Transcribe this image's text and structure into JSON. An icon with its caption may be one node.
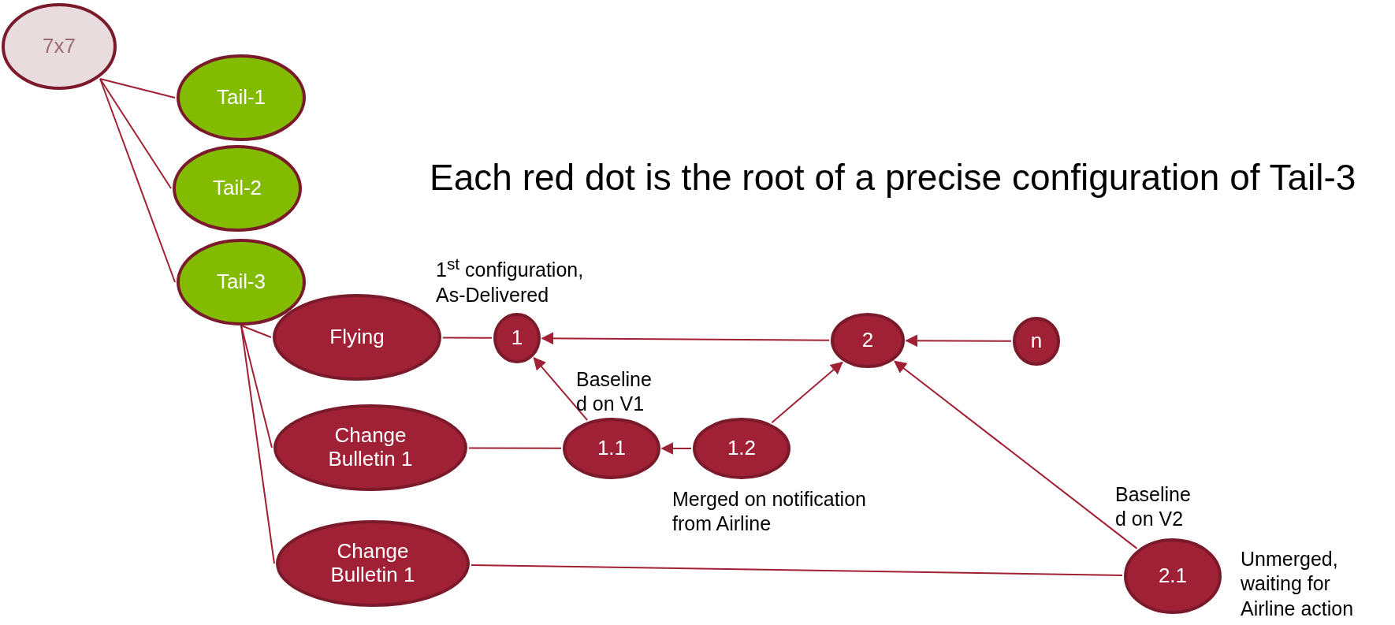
{
  "diagram": {
    "title": "Each red dot is the root of a precise configuration of Tail-3",
    "nodes": [
      {
        "text": [
          "7x7"
        ]
      },
      {
        "text": [
          "Tail-1"
        ]
      },
      {
        "text": [
          "Tail-2"
        ]
      },
      {
        "text": [
          "Tail-3"
        ]
      },
      {
        "text": [
          "Flying"
        ]
      },
      {
        "text": [
          "1"
        ]
      },
      {
        "text": [
          "2"
        ]
      },
      {
        "text": [
          "n"
        ]
      },
      {
        "text": [
          "Change Bulletin 1"
        ]
      },
      {
        "text": [
          "1.1"
        ],
        "beside": [
          "Baseline d on V1"
        ]
      },
      {
        "text": [
          "1.2"
        ],
        "beside": [
          "Merged on notification from Airline"
        ]
      },
      {
        "text": [
          "Change Bulletin 1"
        ]
      },
      {
        "text": [
          "2.1"
        ],
        "beside": [
          "Baseline d on V2",
          "Unmerged, waiting for Airline action"
        ]
      }
    ],
    "edges": [
      {
        "from": 0,
        "to": 1,
        "arrow": "none"
      },
      {
        "from": 0,
        "to": 2,
        "arrow": "none"
      },
      {
        "from": 0,
        "to": 3,
        "arrow": "none"
      },
      {
        "from": 3,
        "to": 4,
        "arrow": "none"
      },
      {
        "from": 3,
        "to": 8,
        "arrow": "none"
      },
      {
        "from": 3,
        "to": 11,
        "arrow": "none"
      },
      {
        "from": 4,
        "to": 5,
        "arrow": "none"
      },
      {
        "from": 6,
        "to": 5,
        "arrow": "to"
      },
      {
        "from": 7,
        "to": 6,
        "arrow": "to"
      },
      {
        "from": 9,
        "to": 5,
        "arrow": "to"
      },
      {
        "from": 8,
        "to": 9,
        "arrow": "none"
      },
      {
        "from": 10,
        "to": 9,
        "arrow": "to"
      },
      {
        "from": 10,
        "to": 6,
        "arrow": "to"
      },
      {
        "from": 12,
        "to": 6,
        "arrow": "to"
      },
      {
        "from": 11,
        "to": 12,
        "arrow": "none"
      }
    ],
    "labels": [
      "1$^{st}$ configuration, As-Delivered"
    ]
  }
}
